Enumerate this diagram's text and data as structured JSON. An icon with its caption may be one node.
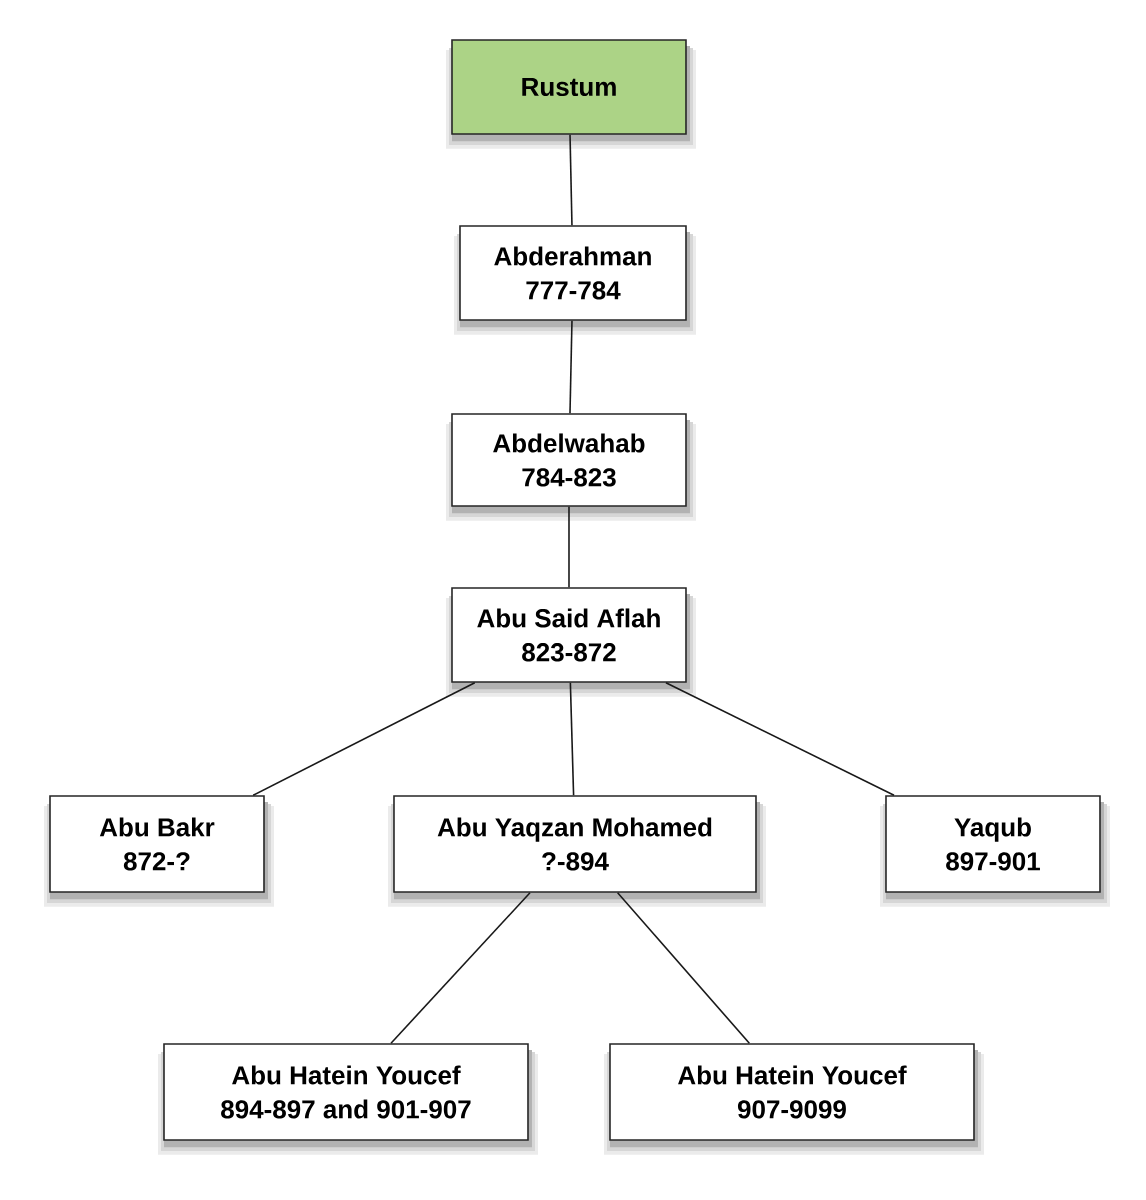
{
  "diagram": {
    "nodes": [
      {
        "text": [
          "Rustum"
        ]
      },
      {
        "text": [
          "Abderahman",
          "777-784"
        ]
      },
      {
        "text": [
          "Abdelwahab",
          "784-823"
        ]
      },
      {
        "text": [
          "Abu Said Aflah",
          "823-872"
        ]
      },
      {
        "text": [
          "Abu Bakr",
          "872-?"
        ]
      },
      {
        "text": [
          "Abu Yaqzan Mohamed",
          "?-894"
        ]
      },
      {
        "text": [
          "Yaqub",
          "897-901"
        ]
      },
      {
        "text": [
          "Abu Hatein Youcef",
          "894-897 and 901-907"
        ]
      },
      {
        "text": [
          "Abu Hatein Youcef",
          "907-9099"
        ]
      }
    ],
    "edges": [
      {
        "from": 0,
        "to": 1,
        "arrow": "none"
      },
      {
        "from": 1,
        "to": 2,
        "arrow": "none"
      },
      {
        "from": 2,
        "to": 3,
        "arrow": "none"
      },
      {
        "from": 3,
        "to": 4,
        "arrow": "none"
      },
      {
        "from": 3,
        "to": 5,
        "arrow": "none"
      },
      {
        "from": 3,
        "to": 6,
        "arrow": "none"
      },
      {
        "from": 5,
        "to": 7,
        "arrow": "none"
      },
      {
        "from": 5,
        "to": 8,
        "arrow": "none"
      }
    ]
  }
}
